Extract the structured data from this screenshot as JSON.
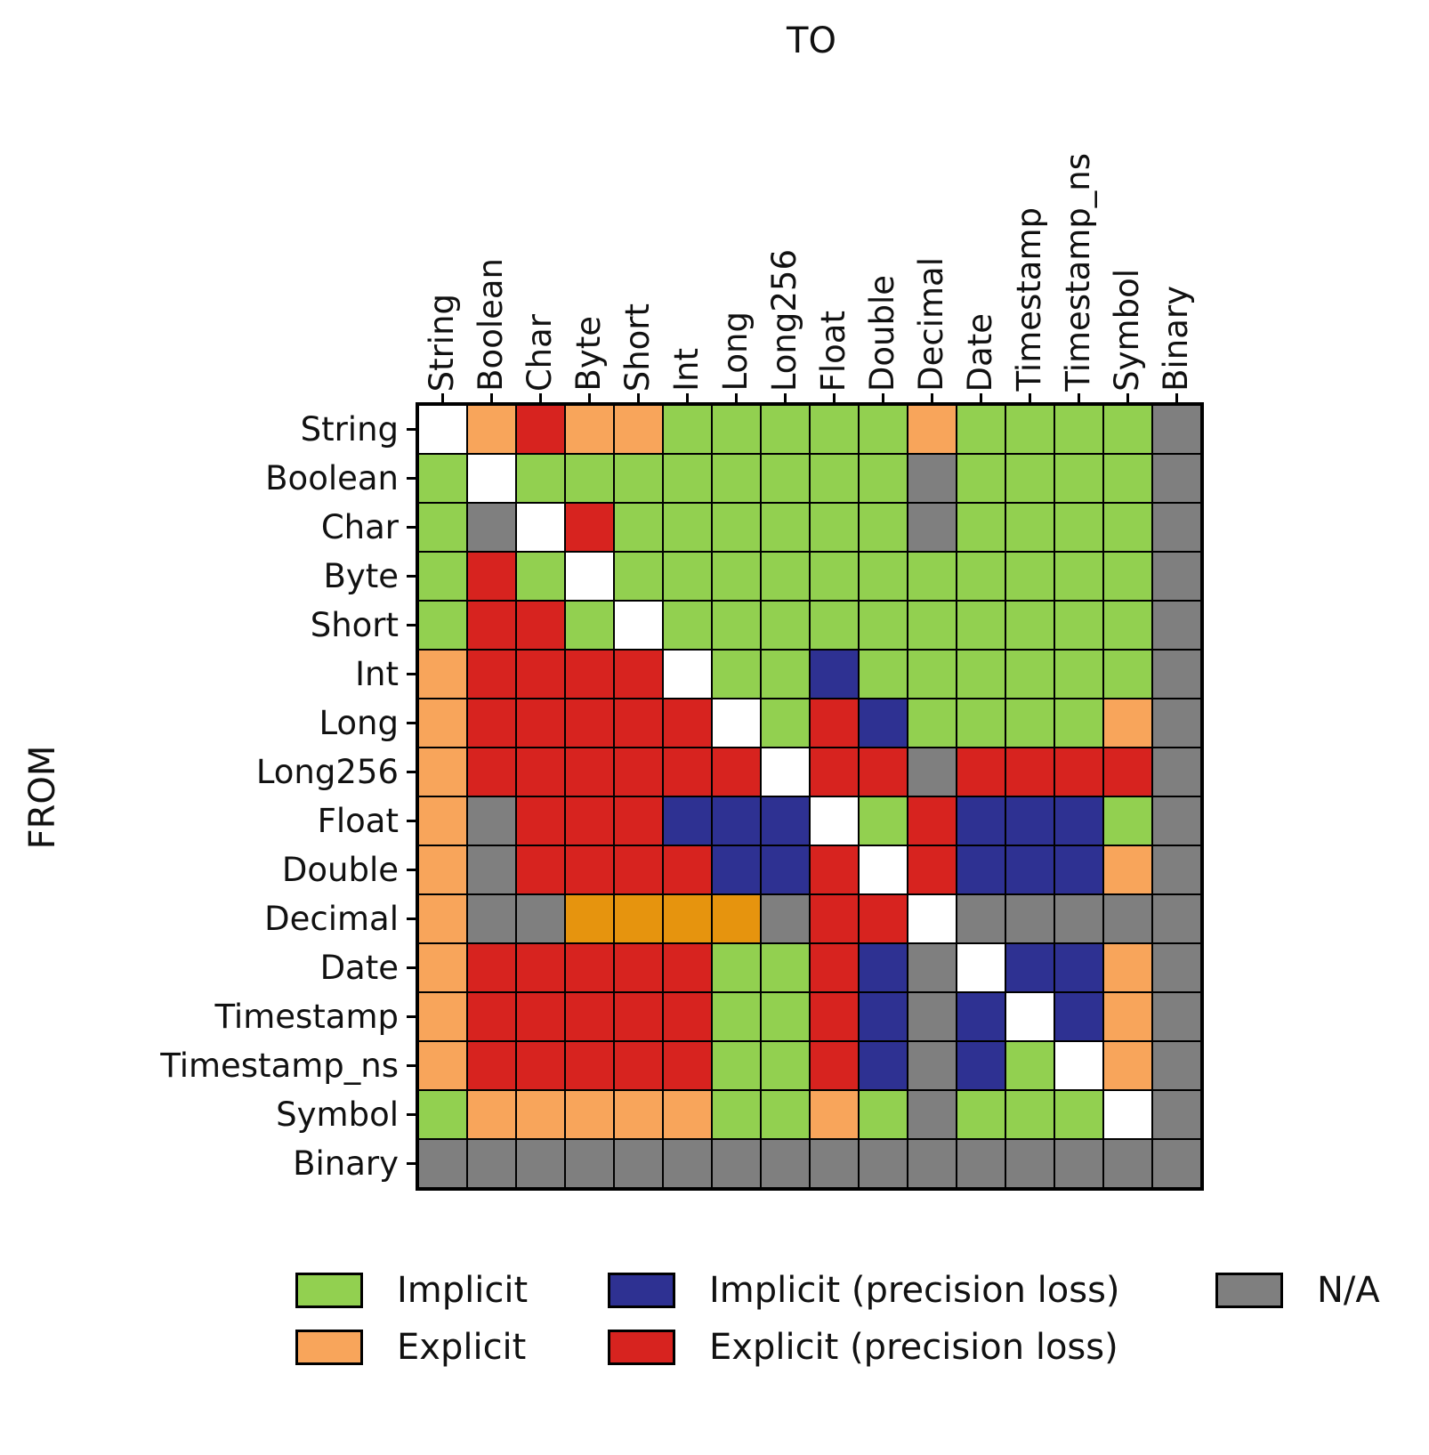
{
  "chart_data": {
    "type": "heatmap",
    "x_axis_label": "TO",
    "y_axis_label": "FROM",
    "categories": [
      "String",
      "Boolean",
      "Char",
      "Byte",
      "Short",
      "Int",
      "Long",
      "Long256",
      "Float",
      "Double",
      "Decimal",
      "Date",
      "Timestamp",
      "Timestamp_ns",
      "Symbol",
      "Binary"
    ],
    "legend": [
      {
        "code": "G",
        "label": "Implicit",
        "color": "#92d050"
      },
      {
        "code": "O",
        "label": "Explicit",
        "color": "#f8a55b"
      },
      {
        "code": "B",
        "label": "Implicit (precision loss)",
        "color": "#2e3192"
      },
      {
        "code": "R",
        "label": "Explicit (precision loss)",
        "color": "#d7231f"
      },
      {
        "code": "X",
        "label": "N/A",
        "color": "#7f7f7f"
      }
    ],
    "extra_colors": {
      "W": "#ffffff",
      "OD": "#e6940e"
    },
    "legend_position": "bottom",
    "grid": true,
    "rows": [
      {
        "from": "String",
        "cells": [
          "W",
          "O",
          "R",
          "O",
          "O",
          "G",
          "G",
          "G",
          "G",
          "G",
          "O",
          "G",
          "G",
          "G",
          "G",
          "X"
        ]
      },
      {
        "from": "Boolean",
        "cells": [
          "G",
          "W",
          "G",
          "G",
          "G",
          "G",
          "G",
          "G",
          "G",
          "G",
          "X",
          "G",
          "G",
          "G",
          "G",
          "X"
        ]
      },
      {
        "from": "Char",
        "cells": [
          "G",
          "X",
          "W",
          "R",
          "G",
          "G",
          "G",
          "G",
          "G",
          "G",
          "X",
          "G",
          "G",
          "G",
          "G",
          "X"
        ]
      },
      {
        "from": "Byte",
        "cells": [
          "G",
          "R",
          "G",
          "W",
          "G",
          "G",
          "G",
          "G",
          "G",
          "G",
          "G",
          "G",
          "G",
          "G",
          "G",
          "X"
        ]
      },
      {
        "from": "Short",
        "cells": [
          "G",
          "R",
          "R",
          "G",
          "W",
          "G",
          "G",
          "G",
          "G",
          "G",
          "G",
          "G",
          "G",
          "G",
          "G",
          "X"
        ]
      },
      {
        "from": "Int",
        "cells": [
          "O",
          "R",
          "R",
          "R",
          "R",
          "W",
          "G",
          "G",
          "B",
          "G",
          "G",
          "G",
          "G",
          "G",
          "G",
          "X"
        ]
      },
      {
        "from": "Long",
        "cells": [
          "O",
          "R",
          "R",
          "R",
          "R",
          "R",
          "W",
          "G",
          "R",
          "B",
          "G",
          "G",
          "G",
          "G",
          "O",
          "X"
        ]
      },
      {
        "from": "Long256",
        "cells": [
          "O",
          "R",
          "R",
          "R",
          "R",
          "R",
          "R",
          "W",
          "R",
          "R",
          "X",
          "R",
          "R",
          "R",
          "R",
          "X"
        ]
      },
      {
        "from": "Float",
        "cells": [
          "O",
          "X",
          "R",
          "R",
          "R",
          "B",
          "B",
          "B",
          "W",
          "G",
          "R",
          "B",
          "B",
          "B",
          "G",
          "X"
        ]
      },
      {
        "from": "Double",
        "cells": [
          "O",
          "X",
          "R",
          "R",
          "R",
          "R",
          "B",
          "B",
          "R",
          "W",
          "R",
          "B",
          "B",
          "B",
          "O",
          "X"
        ]
      },
      {
        "from": "Decimal",
        "cells": [
          "O",
          "X",
          "X",
          "OD",
          "OD",
          "OD",
          "OD",
          "X",
          "R",
          "R",
          "W",
          "X",
          "X",
          "X",
          "X",
          "X"
        ]
      },
      {
        "from": "Date",
        "cells": [
          "O",
          "R",
          "R",
          "R",
          "R",
          "R",
          "G",
          "G",
          "R",
          "B",
          "X",
          "W",
          "B",
          "B",
          "O",
          "X"
        ]
      },
      {
        "from": "Timestamp",
        "cells": [
          "O",
          "R",
          "R",
          "R",
          "R",
          "R",
          "G",
          "G",
          "R",
          "B",
          "X",
          "B",
          "W",
          "B",
          "O",
          "X"
        ]
      },
      {
        "from": "Timestamp_ns",
        "cells": [
          "O",
          "R",
          "R",
          "R",
          "R",
          "R",
          "G",
          "G",
          "R",
          "B",
          "X",
          "B",
          "G",
          "W",
          "O",
          "X"
        ]
      },
      {
        "from": "Symbol",
        "cells": [
          "G",
          "O",
          "O",
          "O",
          "O",
          "O",
          "G",
          "G",
          "O",
          "G",
          "X",
          "G",
          "G",
          "G",
          "W",
          "X"
        ]
      },
      {
        "from": "Binary",
        "cells": [
          "X",
          "X",
          "X",
          "X",
          "X",
          "X",
          "X",
          "X",
          "X",
          "X",
          "X",
          "X",
          "X",
          "X",
          "X",
          "X"
        ]
      }
    ]
  }
}
